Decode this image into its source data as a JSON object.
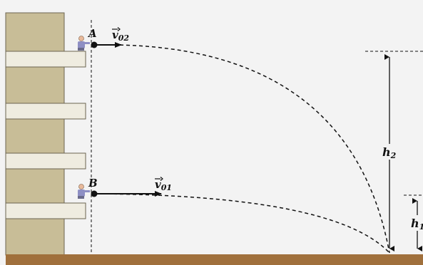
{
  "labels": {
    "point_a": "A",
    "point_b": "B",
    "velocity_a": "v⃗02",
    "velocity_b": "v⃗01",
    "height_2": "h2",
    "height_1": "h1"
  },
  "text": {
    "v_letter": "v",
    "v02_sub": "02",
    "v01_sub": "01",
    "h_letter": "h",
    "h2_sub": "2",
    "h1_sub": "1"
  },
  "colors": {
    "background": "#f3f3f3",
    "building": "#c8bd97",
    "balcony": "#efece0",
    "ground": "#a0703c",
    "line": "#111111"
  },
  "icons": {
    "thrower_a": "person-throwing-icon",
    "thrower_b": "person-throwing-icon"
  }
}
